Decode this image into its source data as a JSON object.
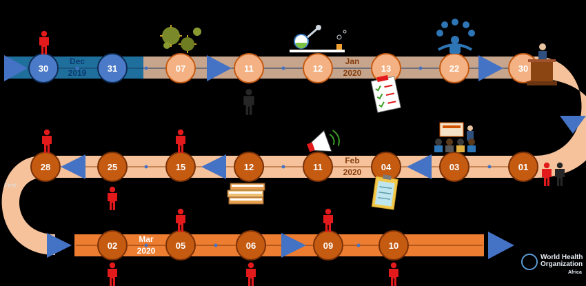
{
  "colors": {
    "dec_band": "#1f6f9c",
    "jan_band": "#c7a58c",
    "feb_band": "#f5c29b",
    "mar_band": "#ed7d31",
    "blue_arrow": "#4472c4",
    "blue_node": "#4a7ac8",
    "peach_node": "#f4b183",
    "orange_node": "#c55a11",
    "person_red": "#e31a1c",
    "person_black": "#262626",
    "month_text": "#843c0c",
    "dec_text": "#0b3a6e"
  },
  "rows": [
    {
      "months": [
        {
          "name": "Dec",
          "year": "2019"
        },
        {
          "name": "Jan",
          "year": "2020"
        }
      ],
      "nodes": [
        "30",
        "31",
        "07",
        "11",
        "12",
        "13",
        "22",
        "30"
      ]
    },
    {
      "months": [
        {
          "name": "Feb",
          "year": "2020"
        }
      ],
      "nodes": [
        "01",
        "03",
        "04",
        "11",
        "12",
        "15",
        "25",
        "28"
      ]
    },
    {
      "months": [
        {
          "name": "Mar",
          "year": "2020"
        }
      ],
      "nodes": [
        "02",
        "05",
        "06",
        "09",
        "10"
      ]
    }
  ],
  "annotations": {
    "first_label": "First"
  },
  "icons": [
    "red-person-icon",
    "virus-icon",
    "laboratory-icon",
    "meeting-icon",
    "speaker-podium-icon",
    "black-person-icon",
    "checklist-icon",
    "press-conference-icon",
    "clipboard-icon",
    "megaphone-icon",
    "books-icon"
  ],
  "logo": {
    "line1": "World Health",
    "line2": "Organization",
    "region": "Africa"
  }
}
